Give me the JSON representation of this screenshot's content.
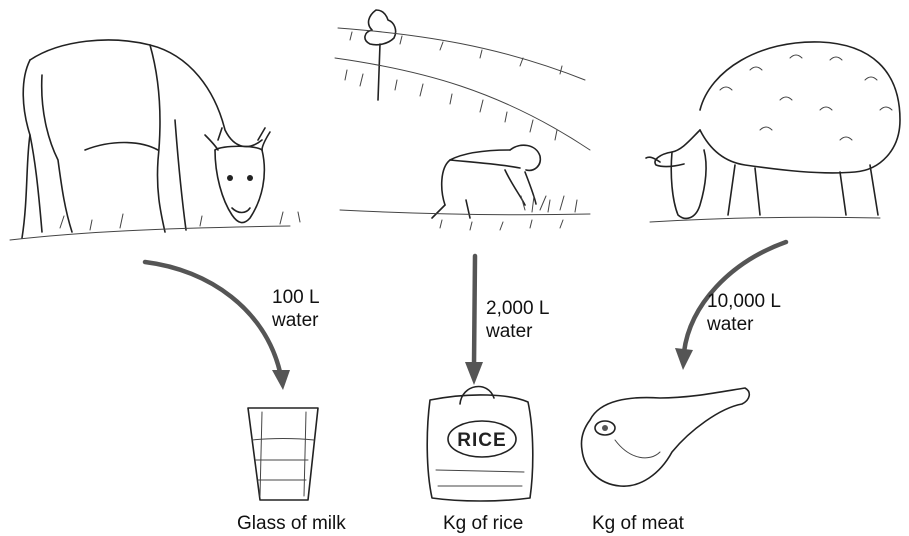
{
  "flows": [
    {
      "id": "milk",
      "source_icon": "cow-icon",
      "amount": "100 L",
      "unit_word": "water",
      "product_icon": "glass-of-milk-icon",
      "product_label": "Glass of milk"
    },
    {
      "id": "rice",
      "source_icon": "rice-farmer-icon",
      "amount": "2,000 L",
      "unit_word": "water",
      "product_icon": "rice-bag-icon",
      "product_label": "Kg of rice",
      "bag_text": "RICE"
    },
    {
      "id": "meat",
      "source_icon": "sheep-icon",
      "amount": "10,000 L",
      "unit_word": "water",
      "product_icon": "meat-icon",
      "product_label": "Kg of meat"
    }
  ]
}
